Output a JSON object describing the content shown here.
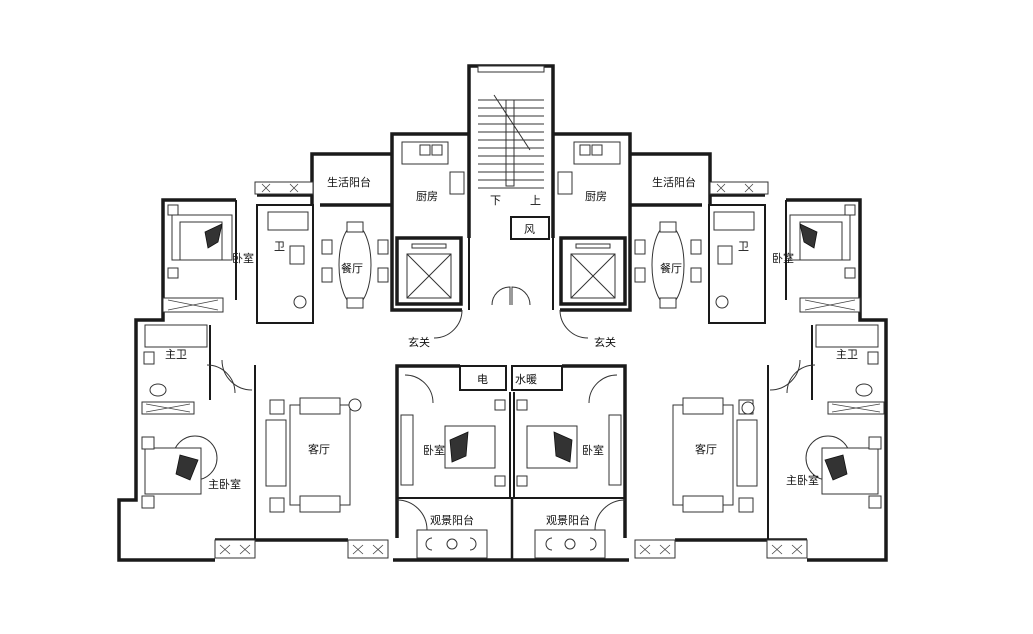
{
  "labels": {
    "living_balcony_left": "生活阳台",
    "living_balcony_right": "生活阳台",
    "kitchen_left": "厨房",
    "kitchen_right": "厨房",
    "stair_down": "下",
    "stair_up": "上",
    "air_shaft": "风",
    "bedroom_tl": "卧室",
    "bedroom_tr": "卧室",
    "bath_left": "卫",
    "bath_right": "卫",
    "dining_left": "餐厅",
    "dining_right": "餐厅",
    "master_bath_left": "主卫",
    "master_bath_right": "主卫",
    "foyer_left": "玄关",
    "foyer_right": "玄关",
    "electric_room": "电",
    "water_heating_room": "水暖",
    "living_left": "客厅",
    "living_right": "客厅",
    "bedroom_cl": "卧室",
    "bedroom_cr": "卧室",
    "master_bedroom_left": "主卧室",
    "master_bedroom_right": "主卧室",
    "view_balcony_left": "观景阳台",
    "view_balcony_right": "观景阳台"
  }
}
